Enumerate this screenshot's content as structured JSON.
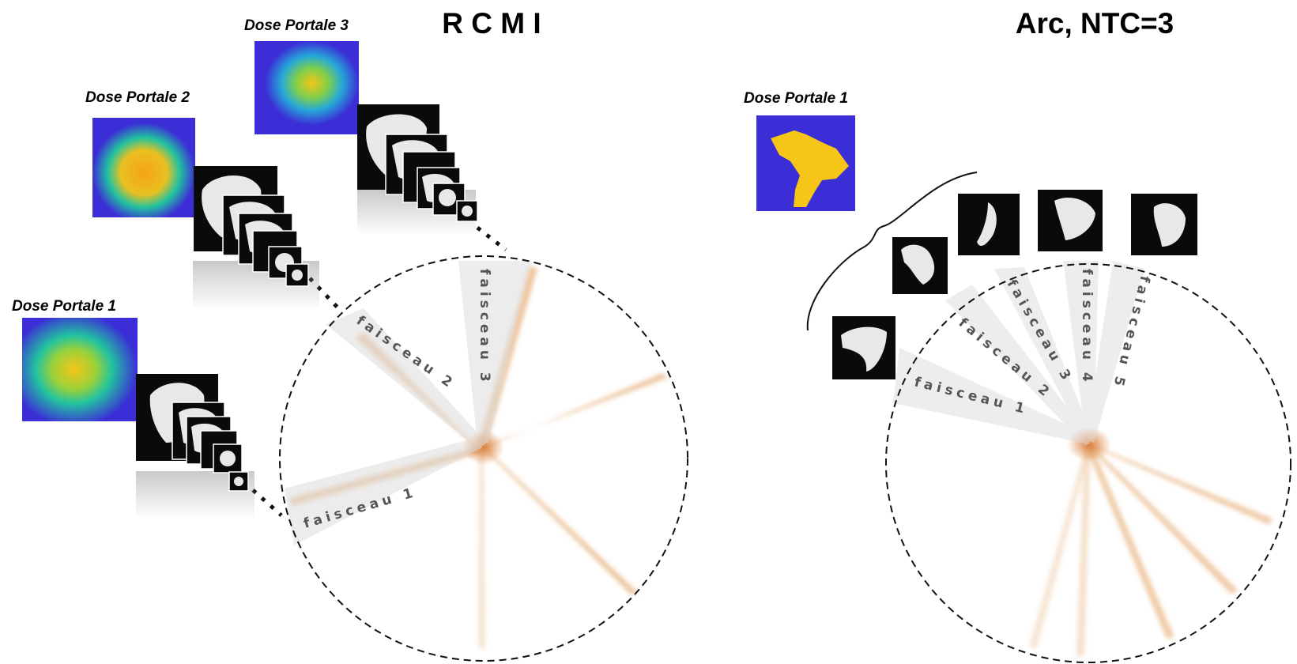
{
  "left_panel": {
    "title": "R C M I",
    "portals": [
      {
        "label": "Dose Portale 1"
      },
      {
        "label": "Dose Portale 2"
      },
      {
        "label": "Dose Portale 3"
      }
    ],
    "beams": [
      {
        "label": "faisceau 1"
      },
      {
        "label": "faisceau 2"
      },
      {
        "label": "faisceau 3"
      }
    ]
  },
  "right_panel": {
    "title": "Arc, NTC=3",
    "portals": [
      {
        "label": "Dose Portale 1"
      }
    ],
    "beams": [
      {
        "label": "faisceau 1"
      },
      {
        "label": "faisceau 2"
      },
      {
        "label": "faisceau 3"
      },
      {
        "label": "faisceau 4"
      },
      {
        "label": "faisceau 5"
      }
    ]
  },
  "colors": {
    "beam_fill": "#e09a55",
    "beam_band": "#dcdcdc",
    "dose_bg": "#3b2ed6",
    "dose_mid": "#22c3a0",
    "dose_hot": "#f5c518",
    "ct_bg": "#0a0a0a",
    "ct_fg": "#e8e8e8"
  }
}
